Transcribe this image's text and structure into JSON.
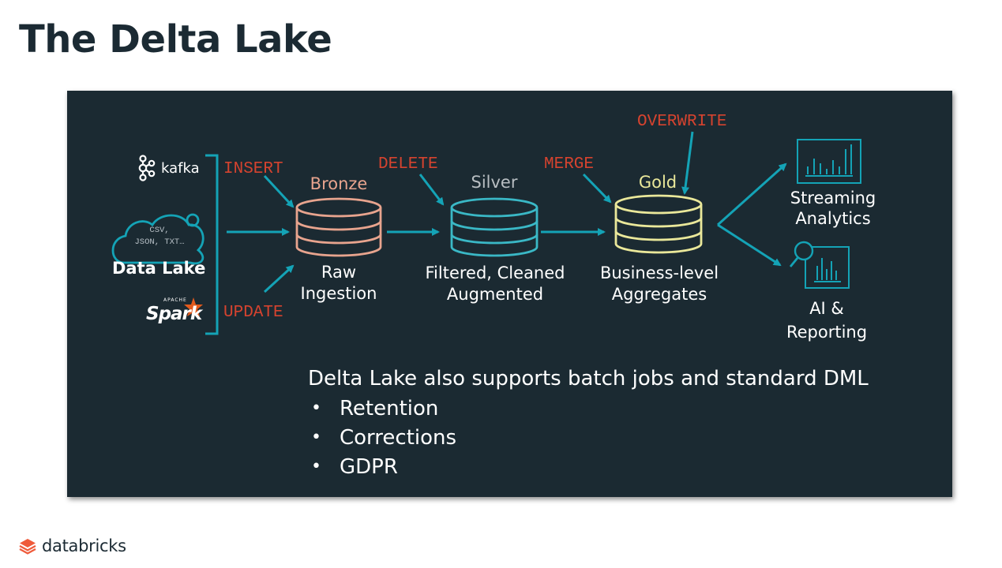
{
  "title": "The Delta Lake",
  "sources": {
    "kafka": "kafka",
    "data_lake": "Data Lake",
    "cloud_text_line1": "CSV,",
    "cloud_text_line2": "JSON, TXT…",
    "spark_apache": "APACHE",
    "spark": "Spark"
  },
  "operations": {
    "insert": "INSERT",
    "update": "UPDATE",
    "delete": "DELETE",
    "merge": "MERGE",
    "overwrite": "OVERWRITE"
  },
  "tiers": [
    {
      "name": "Bronze",
      "color": "#e8a48e",
      "desc_line1": "Raw",
      "desc_line2": "Ingestion"
    },
    {
      "name": "Silver",
      "color": "#b8bec2",
      "desc_line1": "Filtered, Cleaned",
      "desc_line2": "Augmented"
    },
    {
      "name": "Gold",
      "color": "#eae89a",
      "desc_line1": "Business-level",
      "desc_line2": "Aggregates"
    }
  ],
  "colors": {
    "accent": "#14a3b6",
    "op_red": "#d5432f",
    "panel_bg": "#1b2a32",
    "tier_line": "#3ab8c6"
  },
  "outputs": {
    "streaming_line1": "Streaming",
    "streaming_line2": "Analytics",
    "ai_line1": "AI &",
    "ai_line2": "Reporting"
  },
  "notes": {
    "intro": "Delta Lake also supports batch jobs and standard DML",
    "items": [
      "Retention",
      "Corrections",
      "GDPR"
    ]
  },
  "footer": {
    "brand": "databricks"
  }
}
